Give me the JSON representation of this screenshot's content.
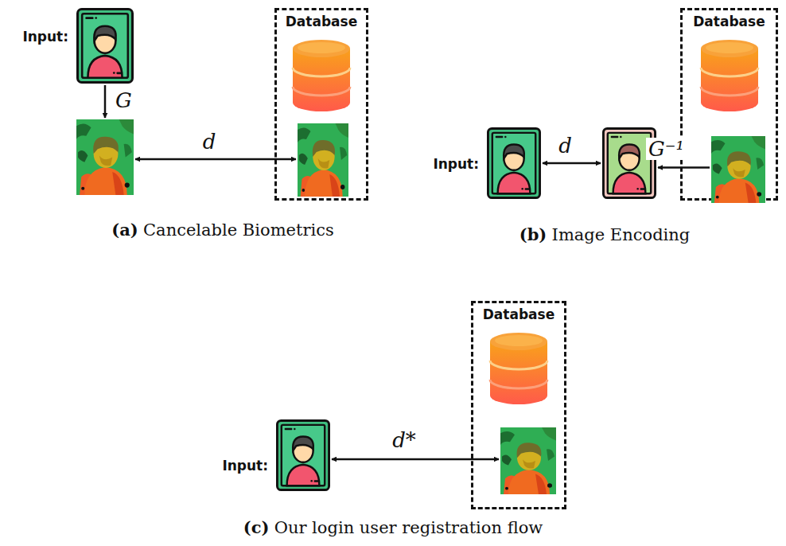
{
  "diagram": {
    "nodes": [
      {
        "text": [
          "Database"
        ]
      },
      {
        "text": [
          "Input:"
        ]
      },
      {
        "text": []
      },
      {
        "text": [],
        "in": 0
      },
      {
        "text": [
          "Database"
        ]
      },
      {
        "text": [
          "Input:"
        ]
      },
      {
        "text": []
      },
      {
        "text": [],
        "in": 4
      },
      {
        "text": [
          "Database"
        ]
      },
      {
        "text": [
          "Input:"
        ]
      },
      {
        "text": [],
        "in": 8
      }
    ],
    "edges": [
      {
        "from": 1,
        "to": 2,
        "arrow": "to",
        "label": "G"
      },
      {
        "from": 2,
        "to": 3,
        "arrow": "both",
        "label": "d"
      },
      {
        "from": 5,
        "to": 6,
        "arrow": "both",
        "label": "d"
      },
      {
        "from": 7,
        "to": 6,
        "arrow": "to",
        "label": "G⁻¹"
      },
      {
        "from": 9,
        "to": 10,
        "arrow": "both",
        "label": "d*"
      }
    ],
    "labels": [
      "(a)",
      "Cancelable Biometrics",
      "(b)",
      "Image Encoding",
      "(c)",
      "Our login user registration flow"
    ]
  }
}
